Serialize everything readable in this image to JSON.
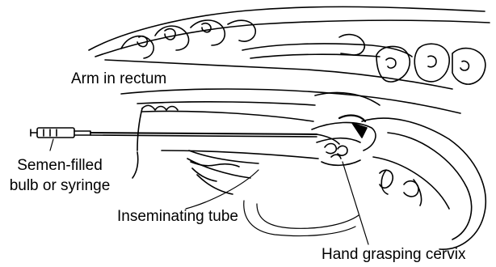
{
  "labels": {
    "arm_in_rectum": "Arm in rectum",
    "semen_line1": "Semen-filled",
    "semen_line2": "bulb or syringe",
    "inseminating_tube": "Inseminating tube",
    "hand_grasping_cervix": "Hand grasping cervix"
  },
  "colors": {
    "ink": "#000000",
    "background": "#ffffff"
  }
}
